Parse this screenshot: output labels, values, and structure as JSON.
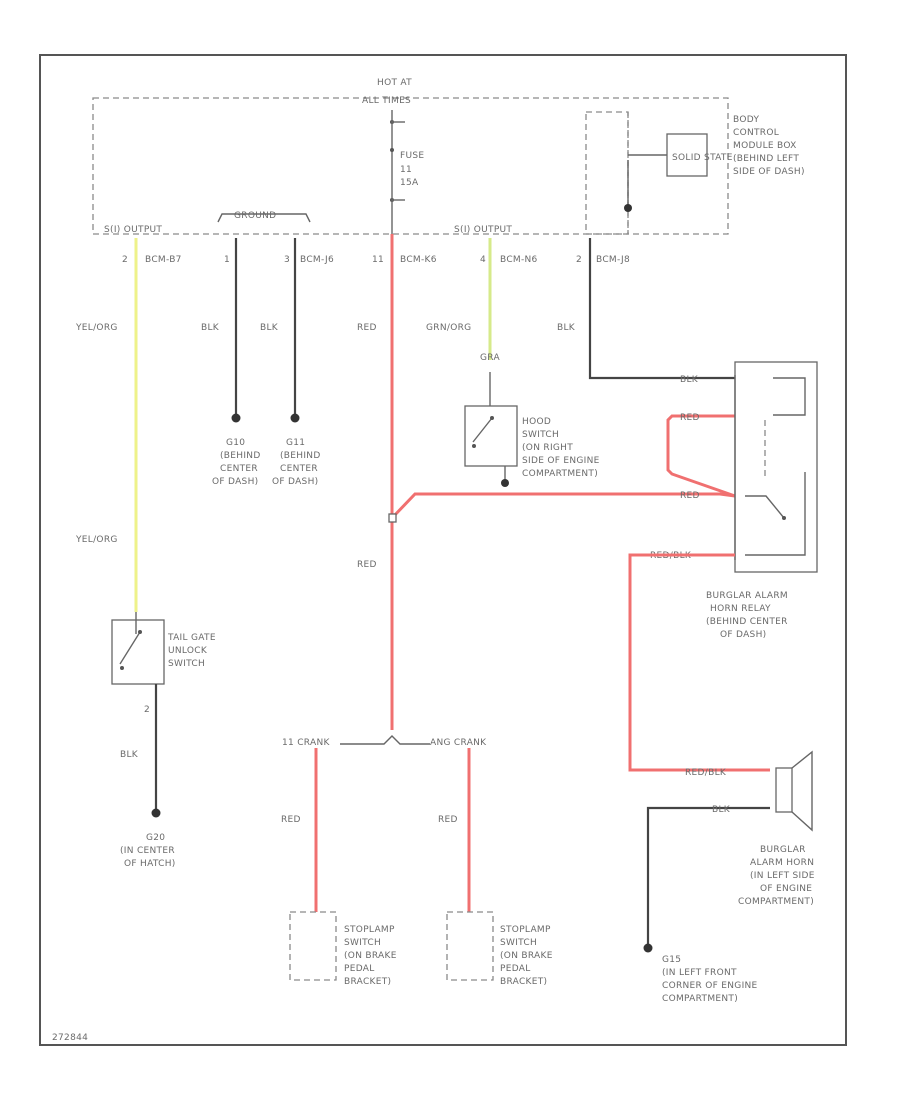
{
  "diagram": {
    "top": {
      "hot_at": "HOT AT",
      "all_times": "ALL TIMES",
      "fuse": "FUSE",
      "fuse_num": "11",
      "fuse_amp": "15A",
      "ground_bracket": "GROUND",
      "output_left": "S(I) OUTPUT",
      "output_right": "S(I) OUTPUT",
      "solid_state": "SOLID STATE",
      "body_module": [
        "BODY",
        "CONTROL",
        "MODULE BOX",
        "(BEHIND LEFT",
        "SIDE OF DASH)"
      ]
    },
    "pins": [
      {
        "num": "2",
        "conn": "BCM-B7"
      },
      {
        "num": "1",
        "conn": ""
      },
      {
        "num": "3",
        "conn": "BCM-J6"
      },
      {
        "num": "11",
        "conn": "BCM-K6"
      },
      {
        "num": "4",
        "conn": "BCM-N6"
      },
      {
        "num": "2",
        "conn": "BCM-J8"
      }
    ],
    "wire_labels": {
      "yelorg_1": "YEL/ORG",
      "blk_1": "BLK",
      "blk_2": "BLK",
      "red_1": "RED",
      "grnorg": "GRN/ORG",
      "blk_3": "BLK",
      "yelorg_2": "YEL/ORG",
      "red_2": "RED",
      "blk_4": "BLK",
      "red_3": "RED",
      "red_4": "RED"
    },
    "grounds": {
      "g10": [
        "G10",
        "(BEHIND",
        "CENTER",
        "OF DASH)"
      ],
      "g11": [
        "G11",
        "(BEHIND",
        "CENTER",
        "OF DASH)"
      ],
      "g20": [
        "G20",
        "(IN CENTER",
        "OF HATCH)"
      ],
      "g15": [
        "G15",
        "(IN LEFT FRONT",
        "CORNER OF ENGINE",
        "COMPARTMENT)"
      ]
    },
    "hood_switch": {
      "label": [
        "HOOD",
        "SWITCH",
        "(ON RIGHT",
        "SIDE OF ENGINE",
        "COMPARTMENT)"
      ],
      "wire": "GRA"
    },
    "tailgate_switch": {
      "label": [
        "TAIL GATE",
        "UNLOCK",
        "SWITCH"
      ],
      "pin": "2"
    },
    "relay": {
      "label": [
        "BURGLAR ALARM",
        "HORN RELAY",
        "(BEHIND CENTER",
        "OF DASH)"
      ],
      "wires": [
        "BLK",
        "RED",
        "RED",
        "RED/BLK"
      ]
    },
    "horn": {
      "label": [
        "BURGLAR",
        "ALARM HORN",
        "(IN LEFT SIDE",
        "OF ENGINE",
        "COMPARTMENT)"
      ],
      "wires": [
        "RED/BLK",
        "BLK"
      ]
    },
    "bottom": {
      "left_conn": "11 CRANK",
      "right_conn": "ANG CRANK"
    },
    "stoplamp_1": [
      "STOPLAMP",
      "SWITCH",
      "(ON BRAKE",
      "PEDAL",
      "BRACKET)"
    ],
    "stoplamp_2": [
      "STOPLAMP",
      "SWITCH",
      "(ON BRAKE",
      "PEDAL",
      "BRACKET)"
    ],
    "footer_code": "272844"
  }
}
